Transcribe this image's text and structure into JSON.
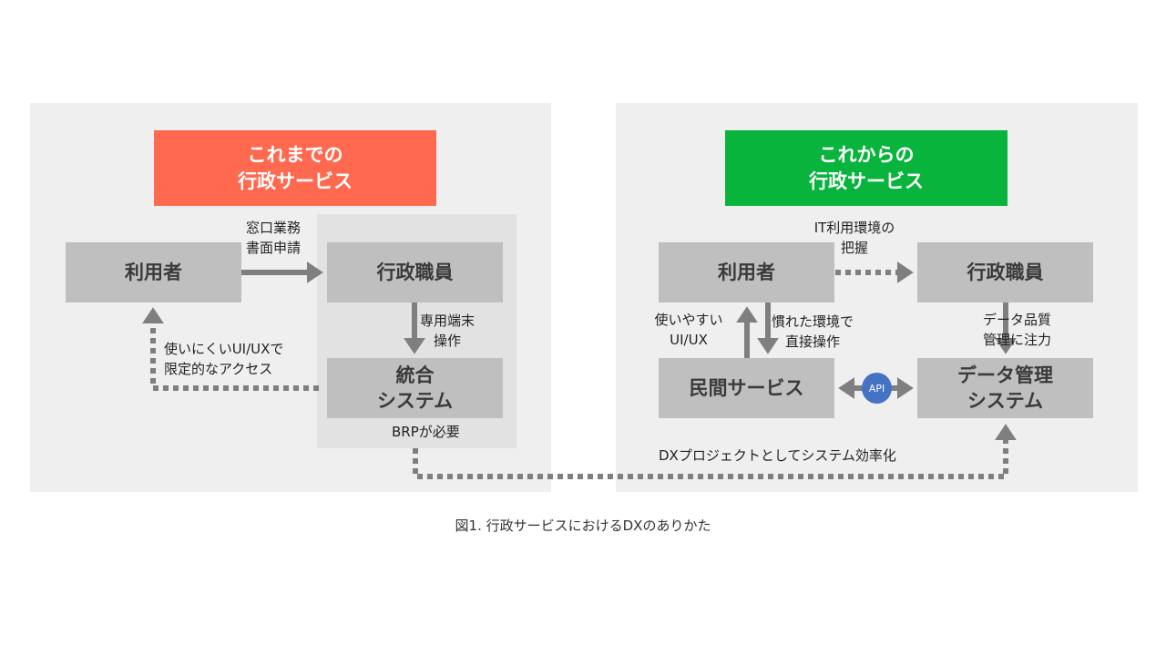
{
  "left": {
    "header_line1": "これまでの",
    "header_line2": "行政サービス",
    "header_color": "#ff6950",
    "user": "利用者",
    "staff": "行政職員",
    "system_line1": "統合",
    "system_line2": "システム",
    "arrow_user_staff_line1": "窓口業務",
    "arrow_user_staff_line2": "書面申請",
    "arrow_staff_system_line1": "専用端末",
    "arrow_staff_system_line2": "操作",
    "arrow_system_user_line1": "使いにくいUI/UXで",
    "arrow_system_user_line2": "限定的なアクセス",
    "brp_note": "BRPが必要"
  },
  "right": {
    "header_line1": "これからの",
    "header_line2": "行政サービス",
    "header_color": "#08b43c",
    "user": "利用者",
    "staff": "行政職員",
    "private": "民間サービス",
    "data_line1": "データ管理",
    "data_line2": "システム",
    "arrow_user_staff_line1": "IT利用環境の",
    "arrow_user_staff_line2": "把握",
    "arrow_private_user_line1": "使いやすい",
    "arrow_private_user_line2": "UI/UX",
    "arrow_user_private_line1": "慣れた環境で",
    "arrow_user_private_line2": "直接操作",
    "arrow_staff_data_line1": "データ品質",
    "arrow_staff_data_line2": "管理に注力",
    "api": "API",
    "api_color": "#4472c4"
  },
  "connector_label": "DXプロジェクトとしてシステム効率化",
  "caption": "図1. 行政サービスにおけるDXのありかた"
}
